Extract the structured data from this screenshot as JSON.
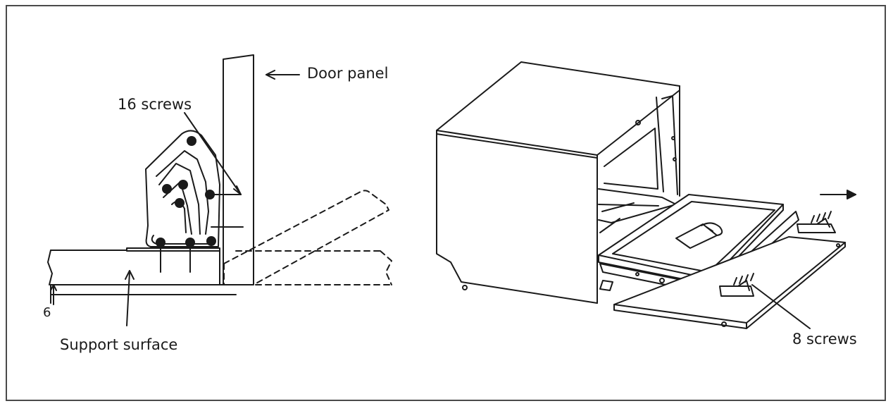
{
  "labels": {
    "door_panel": "Door panel",
    "screws_16": "16 screws",
    "support_surface": "Support surface",
    "dimension": "6",
    "screws_8": "8 screws"
  }
}
